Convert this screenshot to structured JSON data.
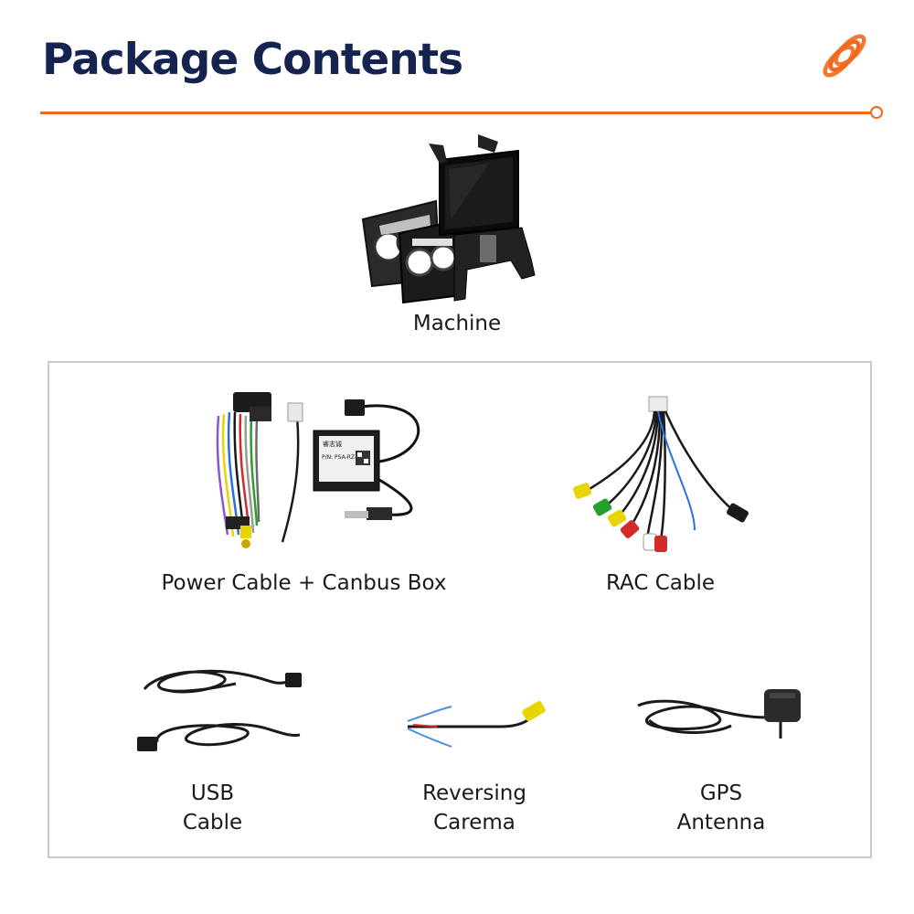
{
  "header": {
    "title": "Package Contents",
    "logo_icon": "orange-coil-logo-icon",
    "accent_color": "#f06a1e",
    "title_color": "#14234f"
  },
  "items": {
    "machine": {
      "label": "Machine",
      "image_icon": "head-unit-machine-image"
    },
    "power_cable": {
      "label": "Power Cable + Canbus Box",
      "image_icon": "power-harness-canbus-image"
    },
    "rac_cable": {
      "label": "RAC Cable",
      "image_icon": "rca-cable-image"
    },
    "usb_cable": {
      "label_line1": "USB",
      "label_line2": "Cable",
      "image_icon": "usb-cable-image"
    },
    "reversing_camera": {
      "label_line1": "Reversing",
      "label_line2": "Carema",
      "image_icon": "reversing-camera-cable-image"
    },
    "gps_antenna": {
      "label_line1": "GPS",
      "label_line2": "Antenna",
      "image_icon": "gps-antenna-image"
    }
  },
  "canbus_box": {
    "brand": "睿志诚",
    "model": "P/N: PSA-RZ-15"
  }
}
